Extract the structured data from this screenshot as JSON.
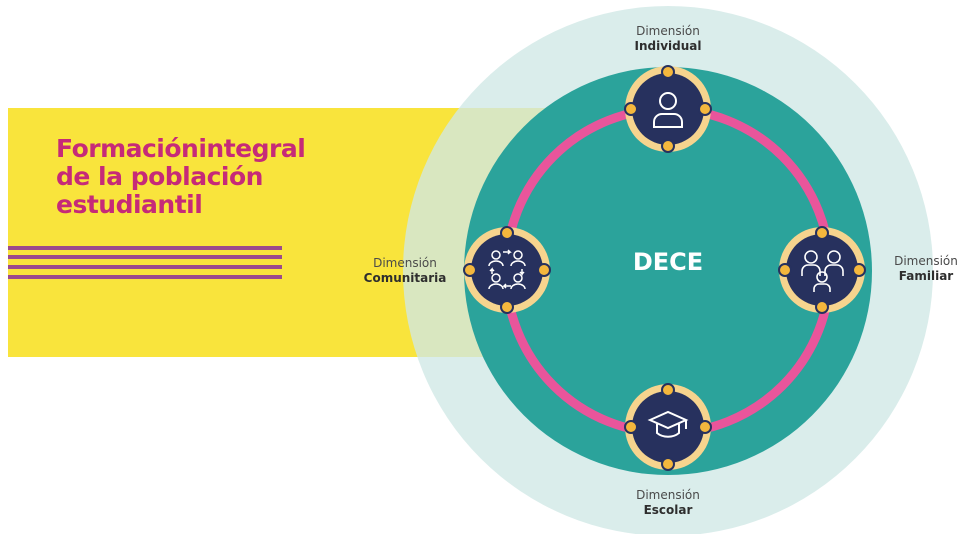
{
  "title": {
    "line1": "Formaciónintegral",
    "line2": "de la población",
    "line3": "estudiantil"
  },
  "center_label": "DECE",
  "dimensions": {
    "top": {
      "prefix": "Dimensión",
      "name": "Individual",
      "icon": "person-icon"
    },
    "right": {
      "prefix": "Dimensión",
      "name": "Familiar",
      "icon": "family-icon"
    },
    "bottom": {
      "prefix": "Dimensión",
      "name": "Escolar",
      "icon": "graduation-cap-icon"
    },
    "left": {
      "prefix": "Dimensión",
      "name": "Comunitaria",
      "icon": "community-cycle-icon"
    }
  },
  "colors": {
    "banner_yellow": "#f9e43c",
    "stripes_purple": "#9b4a8c",
    "title_magenta": "#c62a78",
    "outer_circle": "#dcedec",
    "inner_circle": "#2ba39b",
    "ring_pink": "#e9559b",
    "node_navy": "#27315e",
    "node_ring": "#f6d48e",
    "node_dot": "#f4b73d"
  }
}
